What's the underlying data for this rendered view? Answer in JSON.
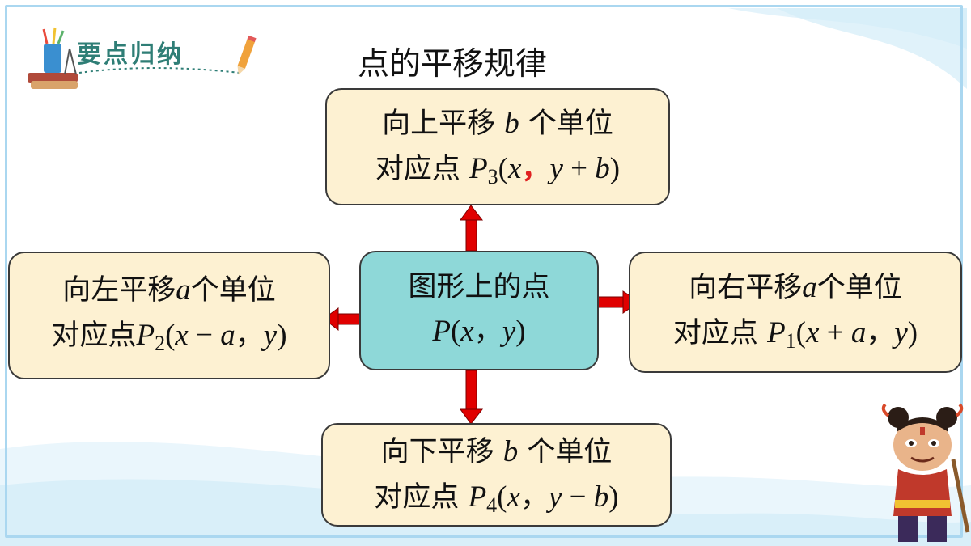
{
  "badge": {
    "title": "要点归纳",
    "icon": "pencil-cup-icon"
  },
  "page_title": "点的平移规律",
  "center": {
    "line1": "图形上的点",
    "point": "P",
    "coords_open": "(",
    "x": "x",
    "comma": "，",
    "y": "y",
    "coords_close": ")"
  },
  "up": {
    "line1_pre": "向上平移",
    "var": "b",
    "line1_post": "个单位",
    "line2_pre": "对应点",
    "point": "P",
    "sub": "3",
    "open": "(",
    "x": "x",
    "comma": "，",
    "y": "y",
    "op": " + ",
    "var2": "b",
    "close": ")"
  },
  "left": {
    "line1_pre": "向左平移",
    "var": "a",
    "line1_post": "个单位",
    "line2_pre": "对应点",
    "point": "P",
    "sub": "2",
    "open": "(",
    "x": "x",
    "op": " − ",
    "var2": "a",
    "comma": "，",
    "y": "y",
    "close": ")"
  },
  "right": {
    "line1_pre": "向右平移",
    "var": "a",
    "line1_post": "个单位",
    "line2_pre": "对应点",
    "point": "P",
    "sub": "1",
    "open": "(",
    "x": "x",
    "op": " + ",
    "var2": "a",
    "comma": "，",
    "y": "y",
    "close": ")"
  },
  "down": {
    "line1_pre": "向下平移",
    "var": "b",
    "line1_post": "个单位",
    "line2_pre": "对应点",
    "point": "P",
    "sub": "4",
    "open": "(",
    "x": "x",
    "comma": "，",
    "y": "y",
    "op": " − ",
    "var2": "b",
    "close": ")"
  },
  "colors": {
    "box_fill": "#fdf1d2",
    "center_fill": "#8ed8d8",
    "arrow": "#e00000",
    "frame": "#aad7f0",
    "badge_text": "#2f7e76"
  },
  "decor": {
    "character": "cartoon-boy-character"
  }
}
